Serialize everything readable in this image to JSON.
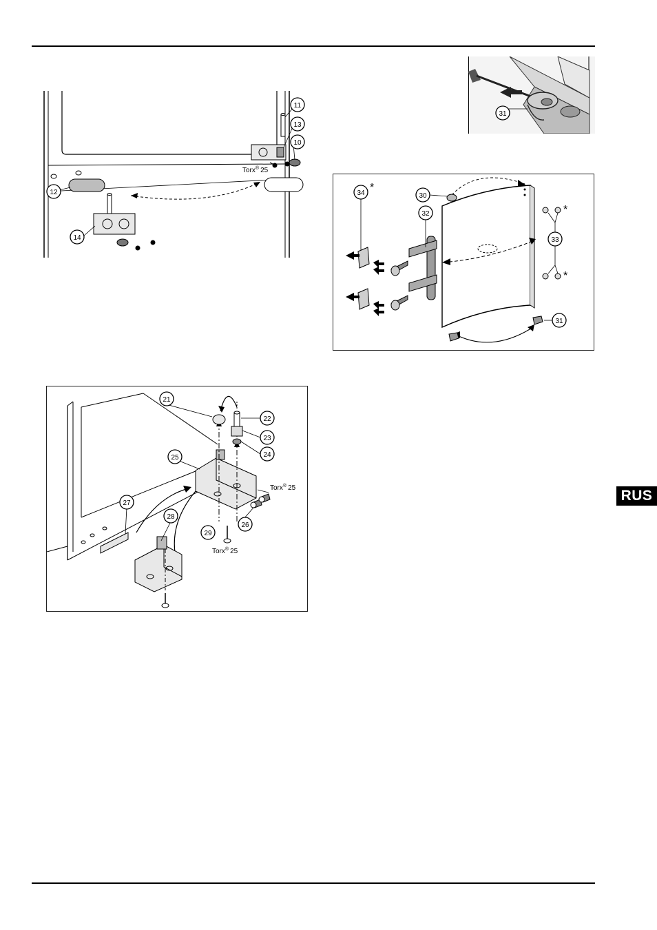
{
  "language_badge": "RUS",
  "figure_a": {
    "callouts": [
      "11",
      "13",
      "10",
      "12",
      "14"
    ],
    "torx_mark": "Torx",
    "torx_reg": "®",
    "torx_size": "25"
  },
  "figure_b": {
    "callouts": [
      "21",
      "22",
      "23",
      "24",
      "25",
      "26",
      "27",
      "28",
      "29"
    ],
    "torx_mark": "Torx",
    "torx_reg": "®",
    "torx_size": "25"
  },
  "figure_c": {
    "callouts": [
      "31"
    ]
  },
  "figure_d": {
    "callouts": [
      "34",
      "30",
      "32",
      "33",
      "31"
    ],
    "asterisk": "*"
  }
}
